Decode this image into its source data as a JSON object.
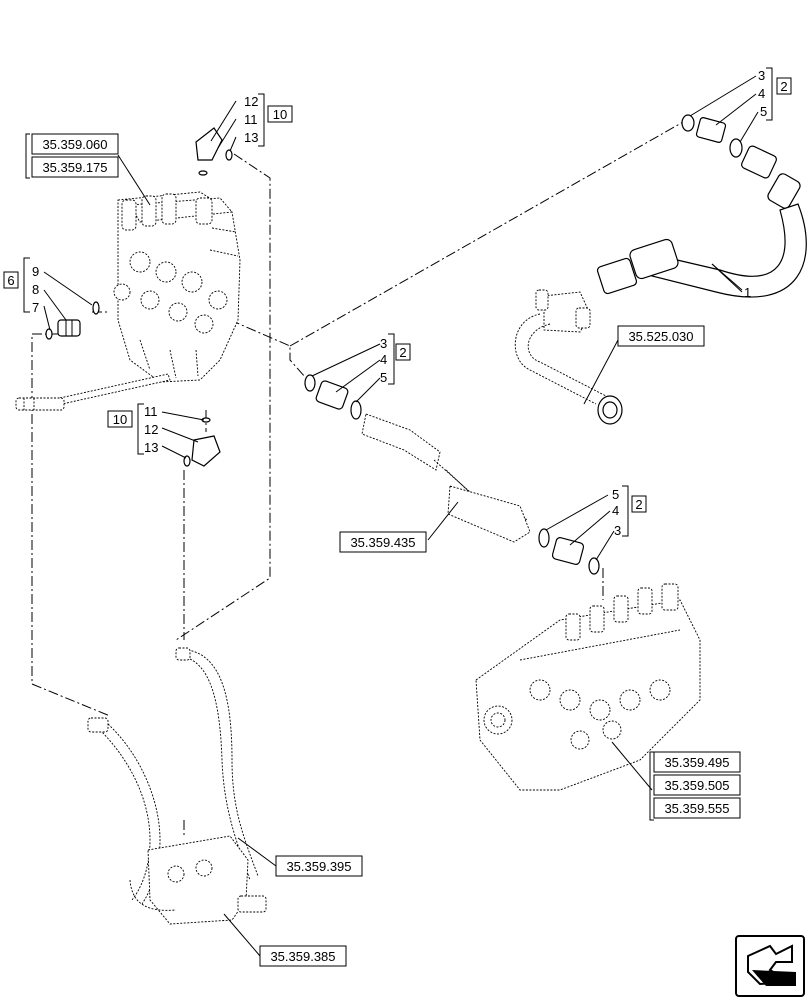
{
  "references": {
    "ref_060": "35.359.060",
    "ref_175": "35.359.175",
    "ref_030": "35.525.030",
    "ref_435": "35.359.435",
    "ref_495": "35.359.495",
    "ref_505": "35.359.505",
    "ref_555": "35.359.555",
    "ref_395": "35.359.395",
    "ref_385": "35.359.385"
  },
  "kits": {
    "kit_10_top": "10",
    "kit_10_mid": "10",
    "kit_6": "6",
    "kit_2_top": "2",
    "kit_2_mid": "2",
    "kit_2_right": "2"
  },
  "callouts": {
    "top_elbow": [
      "12",
      "11",
      "13"
    ],
    "bottom_elbow": [
      "11",
      "12",
      "13"
    ],
    "left_fitting": [
      "9",
      "8",
      "7"
    ],
    "top_right_fitting": [
      "3",
      "4",
      "5"
    ],
    "mid_fitting": [
      "3",
      "4",
      "5"
    ],
    "right_fitting": [
      "5",
      "4",
      "3"
    ],
    "hose": "1"
  },
  "icons": {
    "nav": "page-navigation-arrow-icon"
  }
}
